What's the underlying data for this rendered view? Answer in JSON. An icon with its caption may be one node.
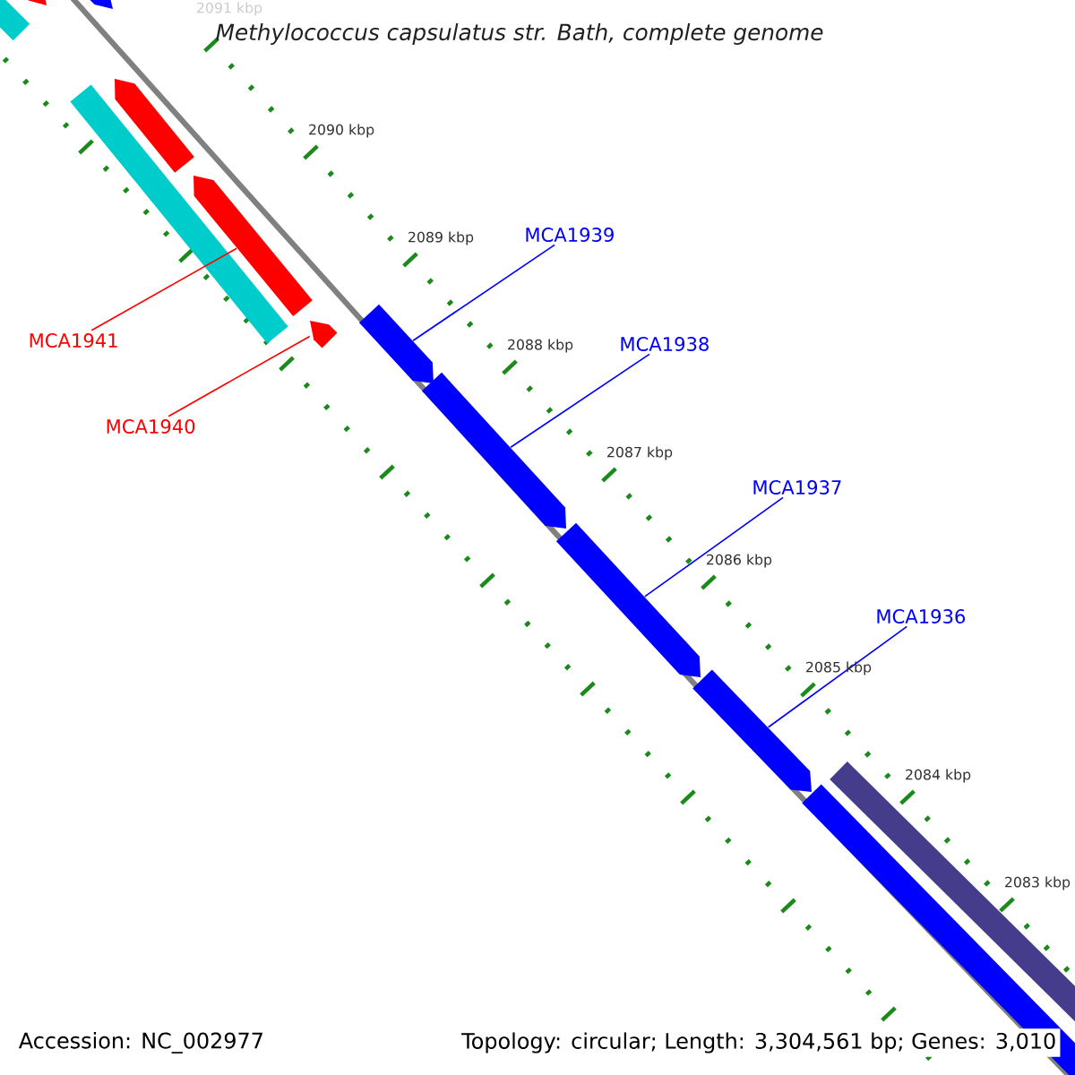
{
  "diagram": {
    "title": "Methylococcus capsulatus str. Bath, complete genome",
    "nodes": [
      {
        "text": [
          "MCA1941"
        ]
      },
      {
        "text": [
          "MCA1940"
        ]
      },
      {
        "text": [
          "MCA1939"
        ]
      },
      {
        "text": [
          "MCA1938"
        ]
      },
      {
        "text": [
          "MCA1937"
        ]
      },
      {
        "text": [
          "MCA1936"
        ]
      },
      {
        "text": [],
        "shape": "bar"
      },
      {
        "text": [],
        "shape": "bar"
      },
      {
        "text": [],
        "shape": "bar"
      },
      {
        "text": [],
        "shape": "bar"
      },
      {
        "text": [],
        "shape": "bar"
      },
      {
        "text": [],
        "shape": "bar"
      }
    ],
    "edges": [
      {
        "from": 0,
        "to": 6,
        "arrow": "none",
        "color": "#ff0000"
      },
      {
        "from": 1,
        "to": 7,
        "arrow": "none",
        "color": "#ff0000"
      },
      {
        "from": 2,
        "to": 8,
        "arrow": "none"
      },
      {
        "from": 3,
        "to": 9,
        "arrow": "none"
      },
      {
        "from": 4,
        "to": 10,
        "arrow": "none"
      },
      {
        "from": 5,
        "to": 11,
        "arrow": "none"
      }
    ],
    "labels": [
      "2091 kbp",
      "2090 kbp",
      "2089 kbp",
      "2088 kbp",
      "2087 kbp",
      "2086 kbp",
      "2085 kbp",
      "2084 kbp",
      "2083 kbp",
      "Accession: NC_002977",
      "Topology: circular; Length: 3,304,561 bp; Genes: 3,010"
    ]
  }
}
